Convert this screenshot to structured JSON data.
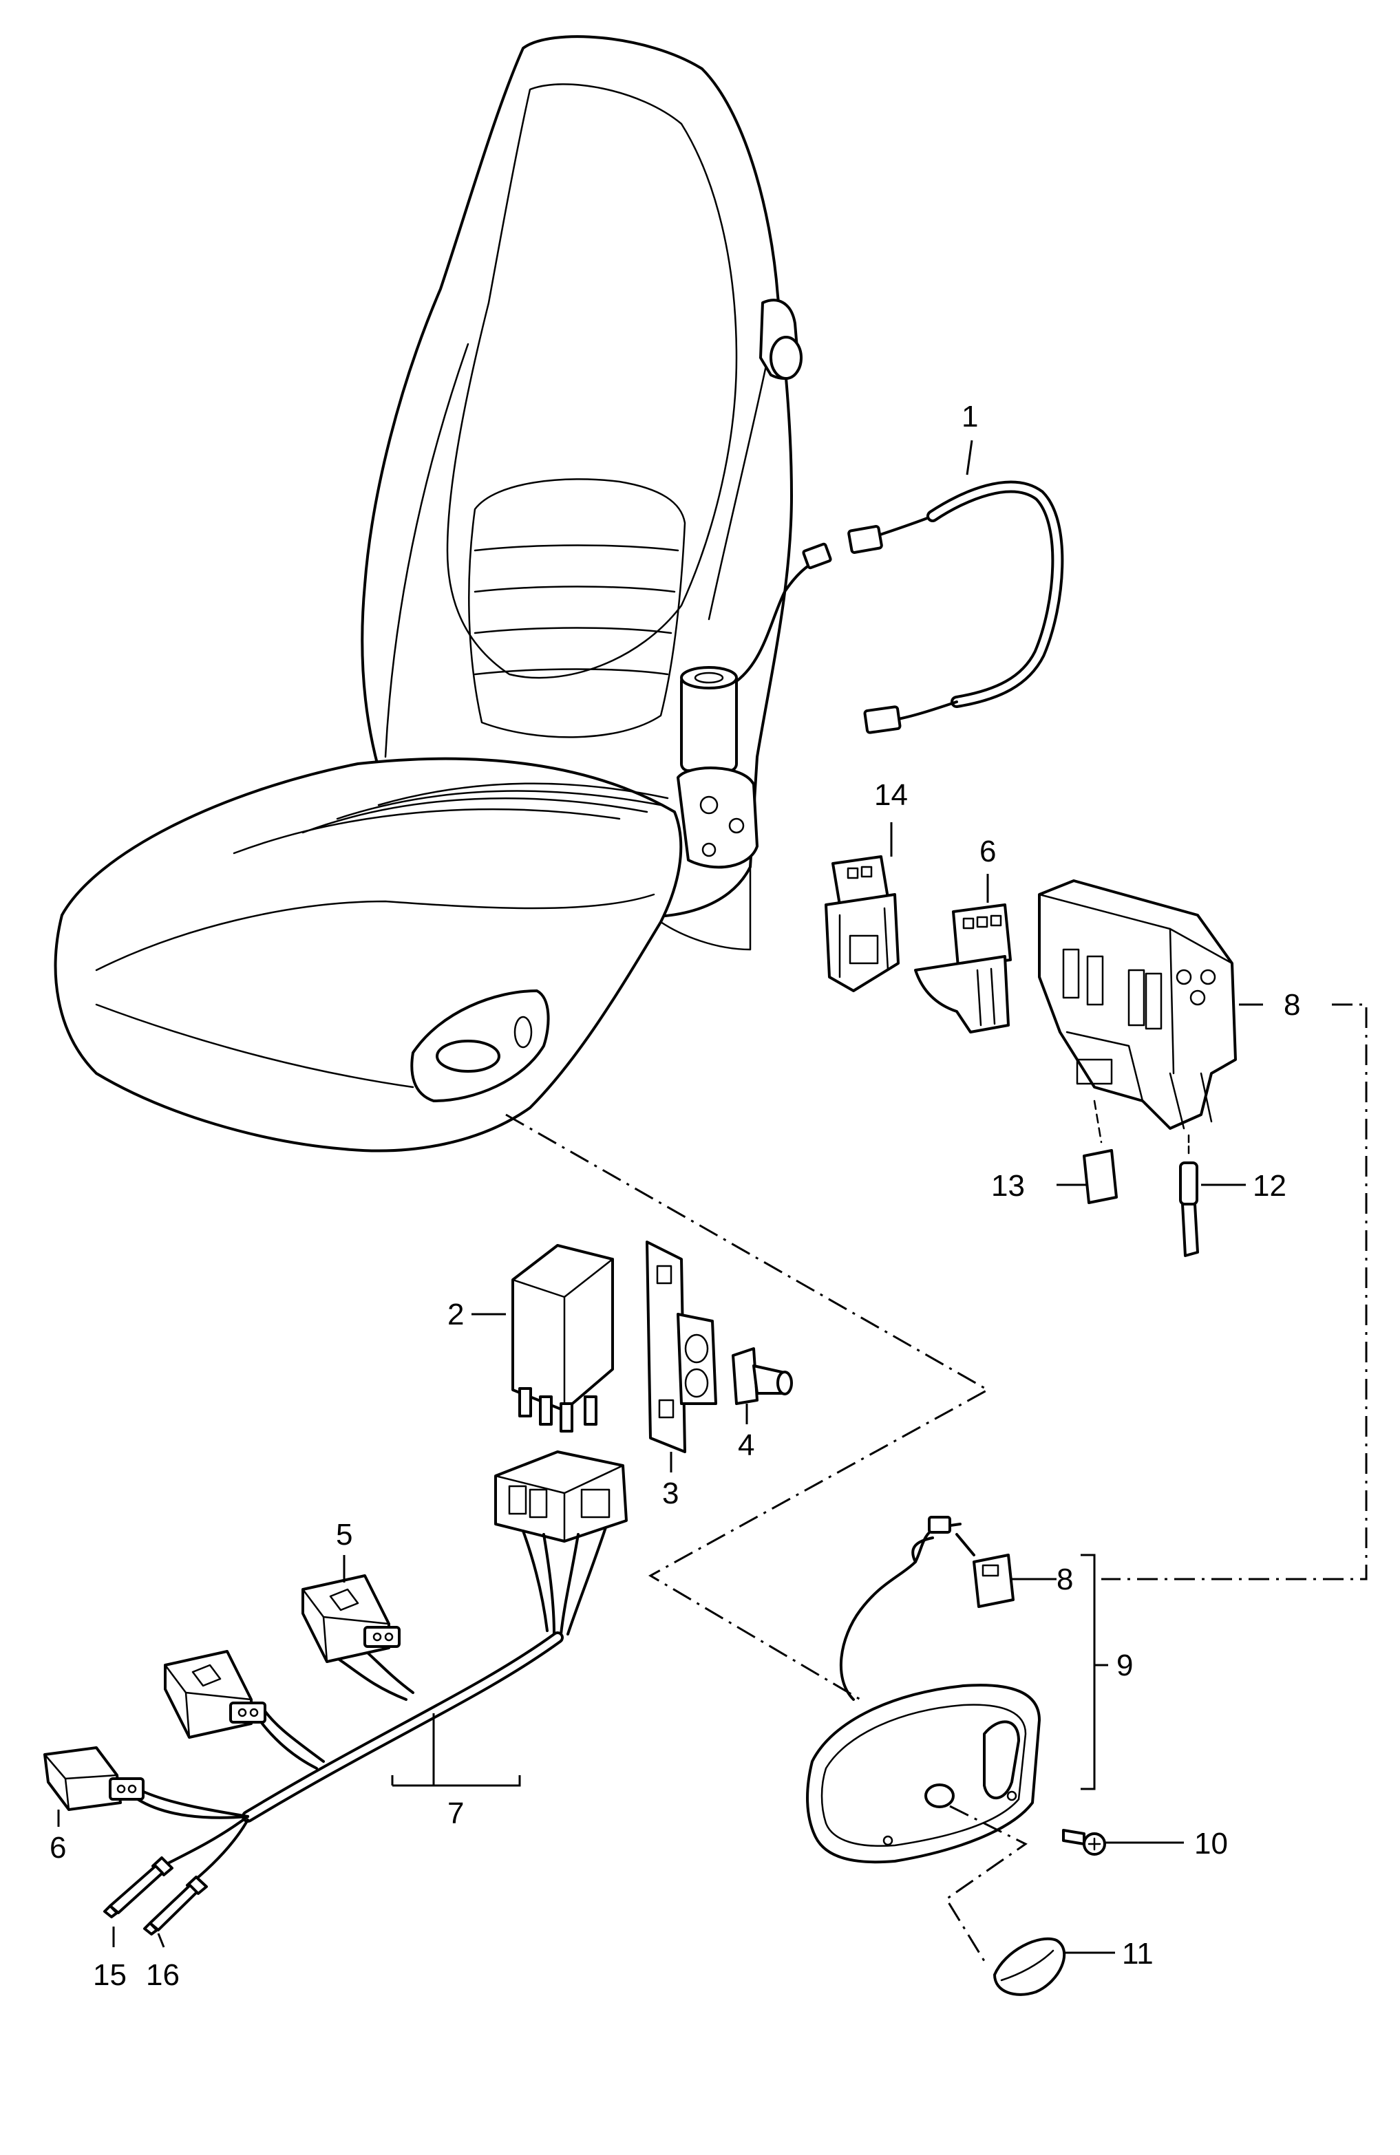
{
  "diagram": {
    "callouts": {
      "c1": "1",
      "c2": "2",
      "c3": "3",
      "c4": "4",
      "c5": "5",
      "c6a": "6",
      "c6b": "6",
      "c7": "7",
      "c8a": "8",
      "c8b": "8",
      "c9": "9",
      "c10": "10",
      "c11": "11",
      "c12": "12",
      "c13": "13",
      "c14": "14",
      "c15": "15",
      "c16": "16"
    }
  }
}
